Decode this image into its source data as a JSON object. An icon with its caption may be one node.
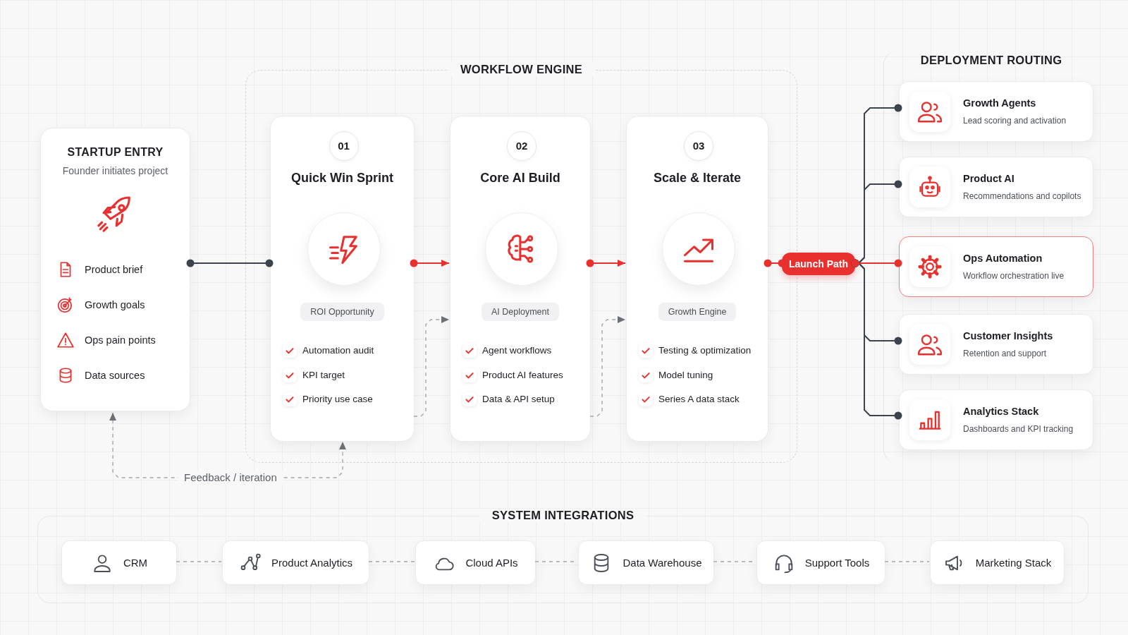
{
  "diagram": {
    "nodes": [
      {
        "text": [
          "STARTUP ENTRY",
          "Founder initiates project",
          "Product brief",
          "Growth goals",
          "Ops pain points",
          "Data sources"
        ]
      },
      {
        "text": [
          "WORKFLOW ENGINE"
        ]
      },
      {
        "text": [
          "01",
          "Quick Win Sprint",
          "ROI Opportunity",
          "Automation audit",
          "KPI target",
          "Priority use case"
        ],
        "in": 1
      },
      {
        "text": [
          "02",
          "Core AI Build",
          "AI Deployment",
          "Agent workflows",
          "Product AI features",
          "Data & API setup"
        ],
        "in": 1
      },
      {
        "text": [
          "03",
          "Scale & Iterate",
          "Growth Engine",
          "Testing & optimization",
          "Model tuning",
          "Series A data stack"
        ],
        "in": 1
      },
      {
        "text": [
          "Launch Path"
        ]
      },
      {
        "text": [
          "DEPLOYMENT ROUTING"
        ]
      },
      {
        "text": [
          "Growth Agents",
          "Lead scoring and activation"
        ],
        "in": 6
      },
      {
        "text": [
          "Product AI",
          "Recommendations and copilots"
        ],
        "in": 6
      },
      {
        "text": [
          "Ops Automation",
          "Workflow orchestration live"
        ],
        "in": 6
      },
      {
        "text": [
          "Customer Insights",
          "Retention and support"
        ],
        "in": 6
      },
      {
        "text": [
          "Analytics Stack",
          "Dashboards and KPI tracking"
        ],
        "in": 6
      },
      {
        "text": [
          "SYSTEM INTEGRATIONS"
        ]
      },
      {
        "text": [
          "CRM"
        ],
        "in": 12
      },
      {
        "text": [
          "Product Analytics"
        ],
        "in": 12
      },
      {
        "text": [
          "Cloud APIs"
        ],
        "in": 12
      },
      {
        "text": [
          "Data Warehouse"
        ],
        "in": 12
      },
      {
        "text": [
          "Support Tools"
        ],
        "in": 12
      },
      {
        "text": [
          "Marketing Stack"
        ],
        "in": 12
      }
    ],
    "edges": [
      {
        "from": 0,
        "to": 2,
        "arrow": "other",
        "color": "#3d434d"
      },
      {
        "from": 2,
        "to": 3,
        "arrow": "to",
        "color": "#e8312f"
      },
      {
        "from": 3,
        "to": 4,
        "arrow": "to",
        "color": "#e8312f"
      },
      {
        "from": 4,
        "to": 5,
        "arrow": "other",
        "color": "#e8312f"
      },
      {
        "from": 5,
        "to": 7,
        "arrow": "other",
        "color": "#3d434d"
      },
      {
        "from": 5,
        "to": 8,
        "arrow": "other",
        "color": "#3d434d"
      },
      {
        "from": 5,
        "to": 10,
        "arrow": "other",
        "color": "#3d434d"
      },
      {
        "from": 5,
        "to": 11,
        "arrow": "other",
        "color": "#3d434d"
      },
      {
        "from": 5,
        "to": 9,
        "arrow": "other",
        "color": "#e8312f"
      },
      {
        "from": 2,
        "to": 3,
        "arrow": "to",
        "style": "dashed"
      },
      {
        "from": 3,
        "to": 4,
        "arrow": "to",
        "style": "dashed"
      },
      {
        "from": 0,
        "to": 2,
        "arrow": "both",
        "style": "dashed",
        "label": "Feedback / iteration"
      },
      {
        "from": 13,
        "to": 14,
        "arrow": "none",
        "style": "dashed"
      },
      {
        "from": 14,
        "to": 15,
        "arrow": "none",
        "style": "dashed"
      },
      {
        "from": 15,
        "to": 16,
        "arrow": "none",
        "style": "dashed"
      },
      {
        "from": 16,
        "to": 17,
        "arrow": "none",
        "style": "dashed"
      },
      {
        "from": 17,
        "to": 18,
        "arrow": "none",
        "style": "dashed"
      }
    ]
  }
}
